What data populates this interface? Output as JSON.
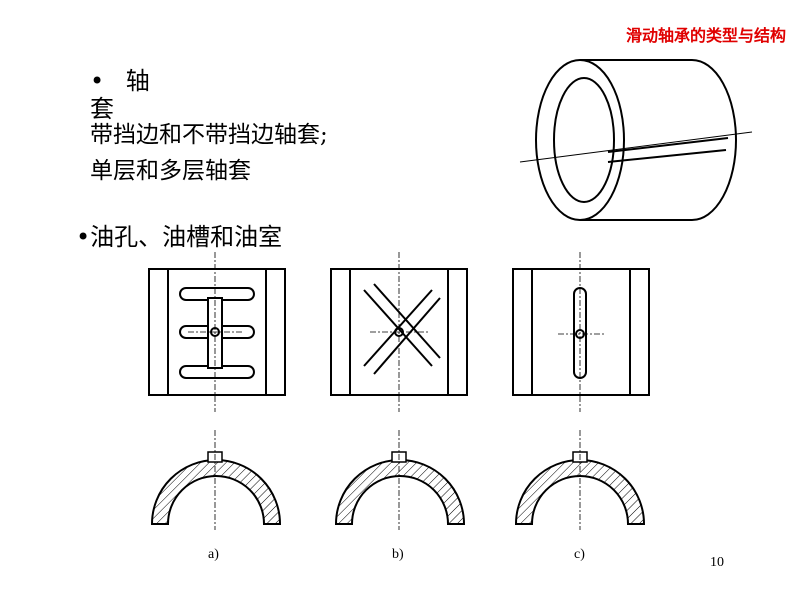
{
  "header": {
    "title": "滑动轴承的类型与结构"
  },
  "bullets": {
    "first": {
      "marker": "•",
      "label_line1": "轴",
      "label_line2": "套"
    },
    "sub1": "带挡边和不带挡边轴套;",
    "sub2": "单层和多层轴套",
    "second": "•油孔、油槽和油室"
  },
  "captions": {
    "a": "a)",
    "b": "b)",
    "c": "c)"
  },
  "page_number": "10"
}
